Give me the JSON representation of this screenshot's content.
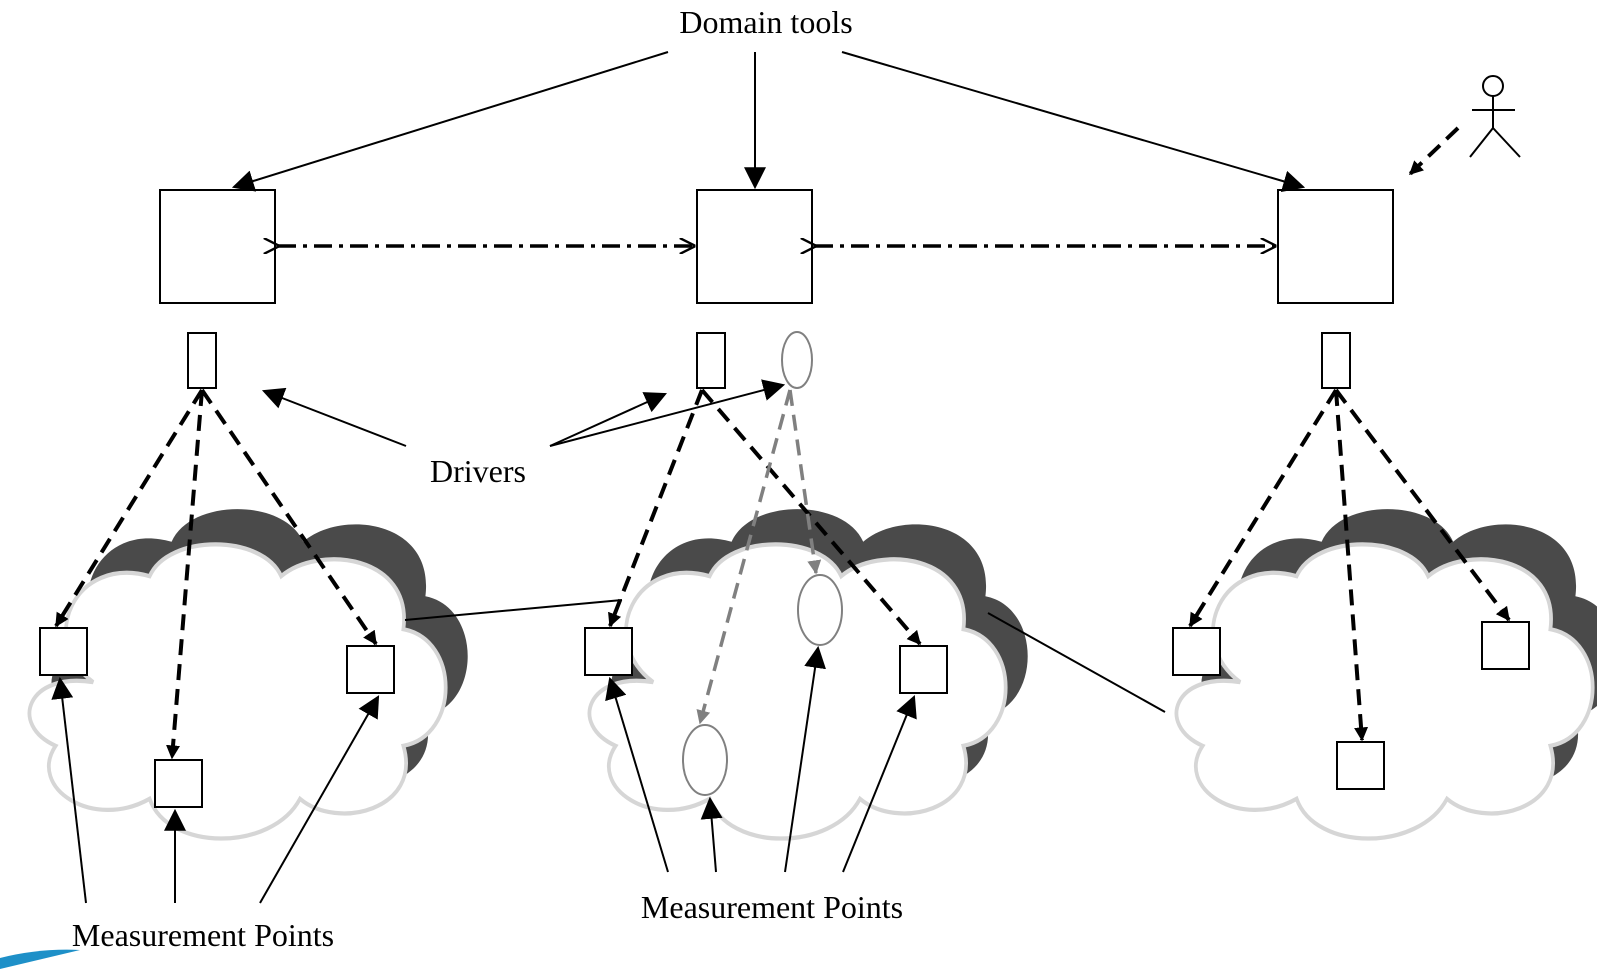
{
  "labels": {
    "domain_tools": "Domain tools",
    "drivers": "Drivers",
    "measurement_points_left": "Measurement Points",
    "measurement_points_center": "Measurement Points"
  },
  "colors": {
    "line": "#000000",
    "gray_path": "#808080",
    "cloud_shadow": "#4a4a4a",
    "accent_swoosh": "#1e90c8"
  },
  "icons": [
    "user-actor-icon"
  ]
}
